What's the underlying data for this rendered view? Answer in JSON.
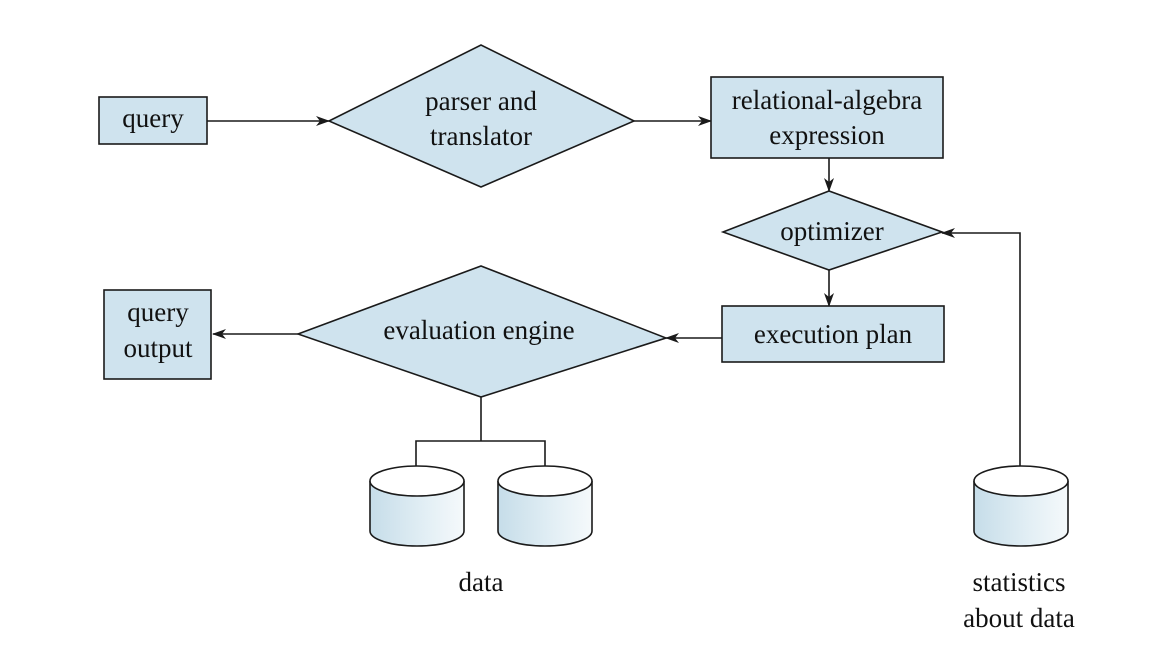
{
  "nodes": {
    "query": "query",
    "parser": [
      "parser and",
      "translator"
    ],
    "relational_algebra": [
      "relational-algebra",
      "expression"
    ],
    "optimizer": "optimizer",
    "execution_plan": "execution plan",
    "evaluation_engine": "evaluation engine",
    "query_output": [
      "query",
      "output"
    ],
    "data": "data",
    "statistics": [
      "statistics",
      "about data"
    ]
  },
  "colors": {
    "fill": "#cfe3ee",
    "stroke": "#1a1a1a"
  }
}
